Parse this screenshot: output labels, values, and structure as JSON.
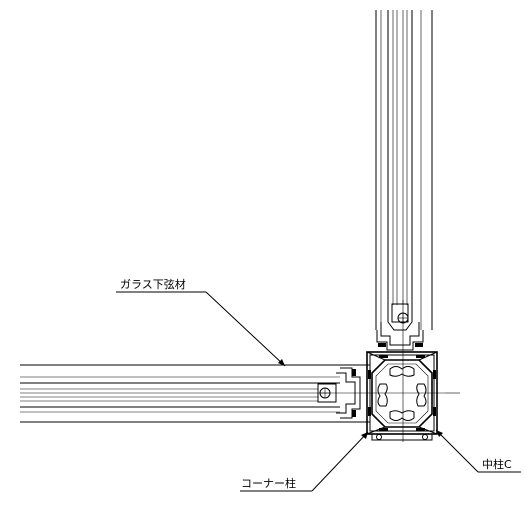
{
  "labels": {
    "glass_lower_chord": "ガラス下弦材",
    "corner_post": "コーナー柱",
    "mid_post": "中柱C"
  }
}
